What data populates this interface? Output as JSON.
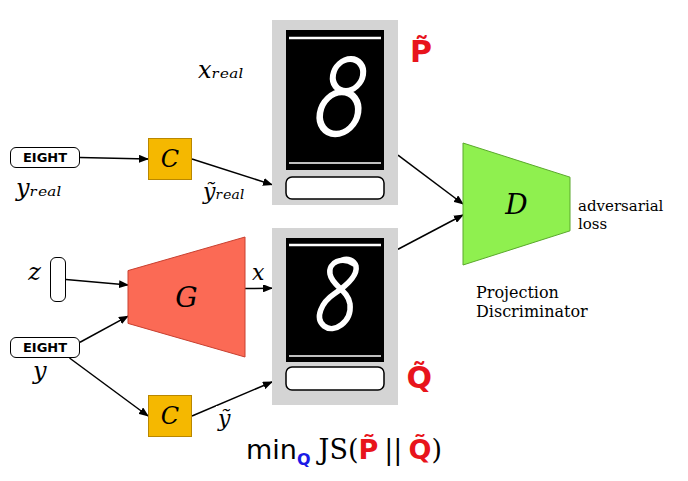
{
  "diagram": {
    "nodes": [
      {
        "text": [
          "P̃"
        ]
      },
      {
        "text": [
          "EIGHT"
        ]
      },
      {
        "text": [
          "C"
        ]
      },
      {
        "text": [
          "D"
        ]
      },
      {
        "text": [
          "z"
        ]
      },
      {
        "text": [
          "G"
        ]
      },
      {
        "text": [
          "Q̃"
        ]
      },
      {
        "text": [
          "EIGHT"
        ]
      },
      {
        "text": [
          "C"
        ]
      }
    ],
    "edges": [
      {
        "from": 1,
        "to": 2,
        "arrow": "to"
      },
      {
        "from": 2,
        "to": 0,
        "label": "ỹᵣₑₐₗ",
        "arrow": "to"
      },
      {
        "from": 0,
        "to": 3,
        "arrow": "to"
      },
      {
        "from": 4,
        "to": 5,
        "arrow": "to"
      },
      {
        "from": 7,
        "to": 5,
        "arrow": "to"
      },
      {
        "from": 5,
        "to": 6,
        "label": "x",
        "arrow": "to"
      },
      {
        "from": 7,
        "to": 8,
        "arrow": "to"
      },
      {
        "from": 8,
        "to": 6,
        "label": "ỹ",
        "arrow": "to"
      },
      {
        "from": 6,
        "to": 3,
        "arrow": "to"
      }
    ],
    "labels": [
      "xᵣₑₐₗ",
      "yᵣₑₐₗ",
      "y",
      "adversarial loss",
      "Projection Discriminator",
      "min",
      "Q",
      "JS(",
      "P̃",
      "||",
      "Q̃",
      ")"
    ]
  }
}
